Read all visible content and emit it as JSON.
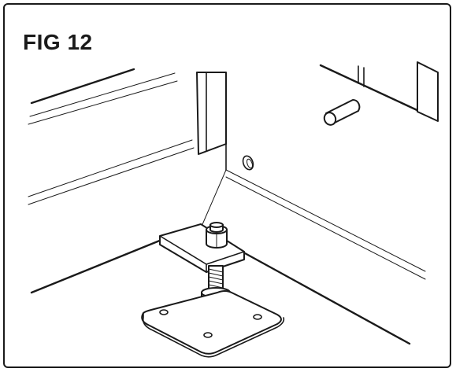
{
  "figure": {
    "label": "FIG 12"
  },
  "parts": {
    "leg": "cabinet-leg",
    "panel": "side-panel",
    "dowel": "dowel-pin",
    "adjuster": "levelling-foot"
  },
  "colors": {
    "line": "#1a1a1a",
    "background": "#ffffff"
  }
}
